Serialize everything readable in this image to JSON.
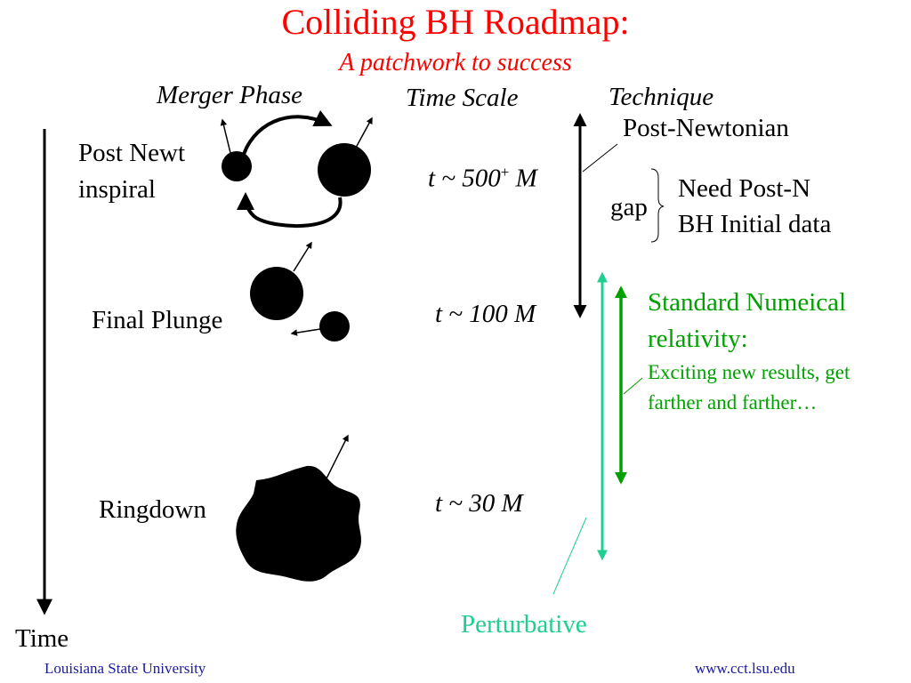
{
  "title": "Colliding BH Roadmap:",
  "subtitle": "A patchwork to success",
  "headers": {
    "merger_phase": "Merger Phase",
    "time_scale": "Time Scale",
    "technique": "Technique"
  },
  "phases": {
    "inspiral_line1": "Post Newt",
    "inspiral_line2": "inspiral",
    "plunge": "Final Plunge",
    "ringdown": "Ringdown"
  },
  "time_scales": {
    "inspiral_prefix": "t ~ 500",
    "inspiral_sup": "+",
    "inspiral_suffix": " M",
    "plunge": "t ~ 100 M",
    "ringdown": "t ~ 30 M"
  },
  "techniques": {
    "post_newtonian": "Post-Newtonian",
    "gap": "gap",
    "need_line1": "Need Post-N",
    "need_line2": "BH Initial data",
    "numerical_line1": "Standard Numeical",
    "numerical_line2": "relativity:",
    "numerical_detail_line1": "Exciting new results, get",
    "numerical_detail_line2": "farther and farther…",
    "perturbative": "Perturbative"
  },
  "axis_label": "Time",
  "footer": {
    "left": "Louisiana State University",
    "right": "www.cct.lsu.edu"
  },
  "colors": {
    "title": "#ff0000",
    "numerical": "#00a000",
    "perturbative": "#1fcf8f",
    "footer": "#1a1a9c"
  }
}
